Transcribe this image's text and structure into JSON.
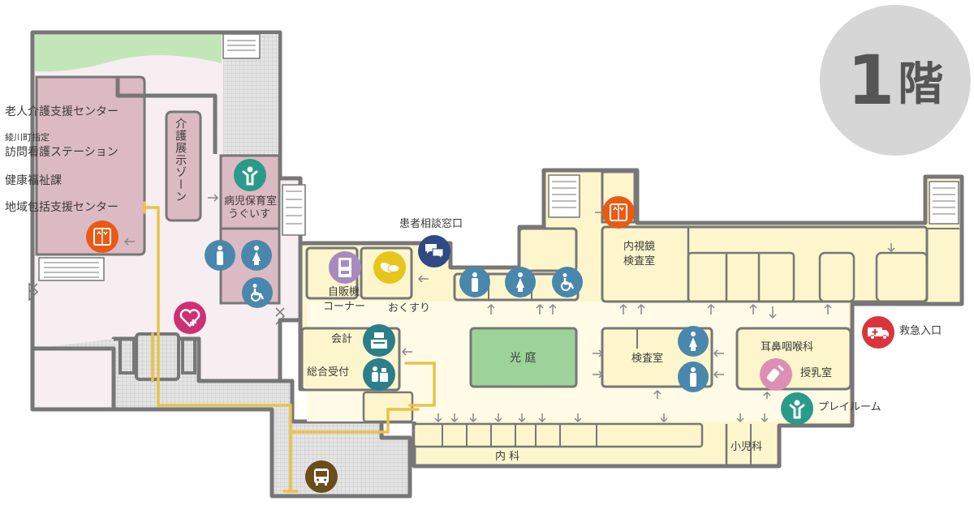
{
  "floor": {
    "number": "1",
    "suffix": "階"
  },
  "labels": {
    "roujin": "老人介護支援センター",
    "ayagawa": "綾川町指定",
    "houmon": "訪問看護ステーション",
    "kenko": "健康福祉課",
    "chiiki": "地域包括支援センター",
    "kaigo_zone": "介護展示ゾーン",
    "byouji_1": "病児保育室",
    "byouji_2": "うぐいす",
    "kanja": "患者相談窓口",
    "jihanki_1": "自販機",
    "jihanki_2": "コーナー",
    "okusuri": "おくすり",
    "naishikyo_1": "内視鏡",
    "naishikyo_2": "検査室",
    "kaikei": "会計",
    "sougou": "総合受付",
    "kouniwa": "光 庭",
    "kensa": "検査室",
    "jibi": "耳鼻咽喉科",
    "junyu": "授乳室",
    "kyukyu": "救急入口",
    "play": "プレイルーム",
    "naika": "内 科",
    "shouni": "小児科"
  },
  "colors": {
    "wall": "#777777",
    "cream": "#fdf6cc",
    "pink_room": "#dcbac4",
    "pink_area": "#f6eef1",
    "garden": "#9dd39a",
    "green_strip": "#c3e6b8",
    "grid_area": "#d9d9d9",
    "route": "#e8c24a",
    "toilet_blue": "#4a87ad",
    "elevator_orange": "#ea5a14",
    "child_teal": "#2a9a8a",
    "consult_navy": "#2f4a84",
    "vending_purple": "#a88ac0",
    "pharmacy_yellow": "#e7c51b",
    "cashier_teal": "#2a7f8a",
    "emergency_red": "#d8363c",
    "nursing_pink": "#dc8fb3",
    "heart_magenta": "#cf2f74",
    "bus_brown": "#6b4d1c",
    "floor_circle": "#d6d6d6"
  },
  "icons": [
    "elevator-icon",
    "child-icon",
    "male-toilet-icon",
    "female-toilet-icon",
    "wheelchair-icon",
    "heart-plus-icon",
    "consultation-icon",
    "vending-icon",
    "pharmacy-icon",
    "cashier-icon",
    "reception-icon",
    "ambulance-icon",
    "baby-bottle-icon",
    "bus-icon"
  ]
}
